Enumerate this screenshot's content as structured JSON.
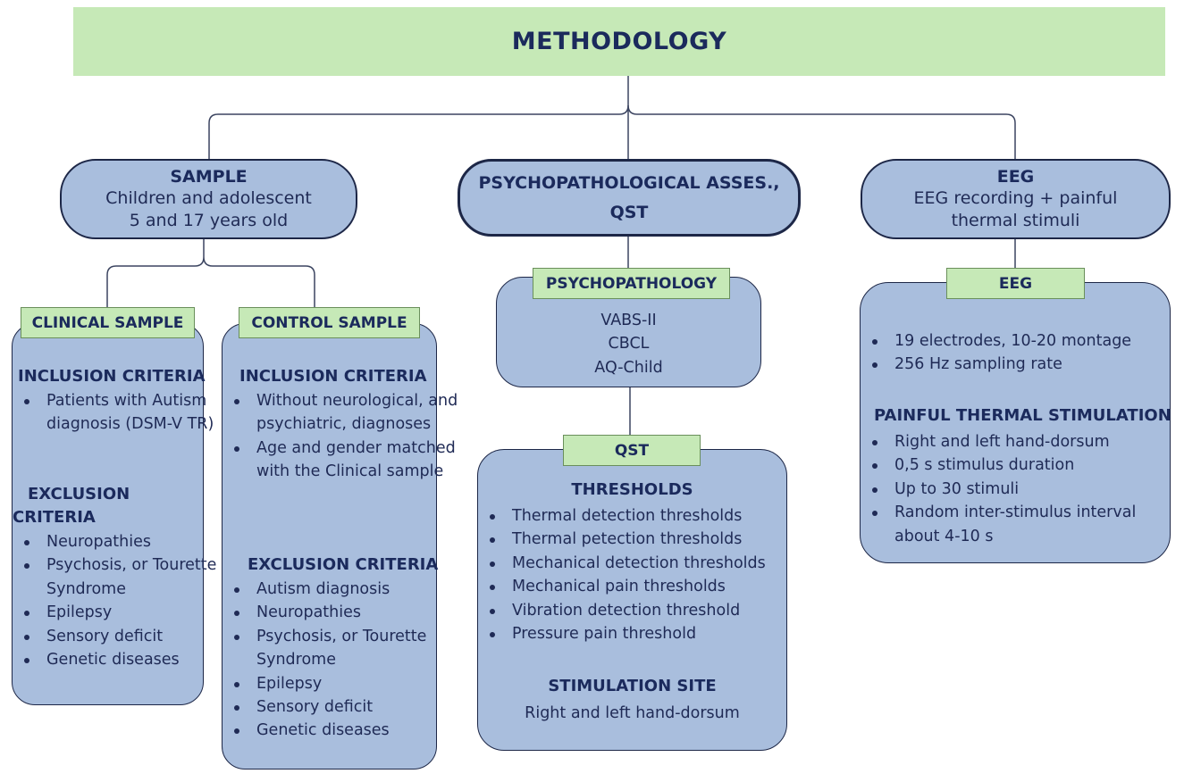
{
  "title": "METHODOLOGY",
  "sample": {
    "heading": "SAMPLE",
    "line1": "Children and adolescent",
    "line2": "5 and 17 years old"
  },
  "psych_qst": {
    "line1": "PSYCHOPATHOLOGICAL ASSES.,",
    "line2": "QST"
  },
  "eeg_top": {
    "heading": "EEG",
    "line1": "EEG recording + painful",
    "line2": "thermal stimuli"
  },
  "clinical": {
    "label": "CLINICAL SAMPLE",
    "inclusion_title": "INCLUSION CRITERIA",
    "inclusion": [
      "Patients with Autism diagnosis (DSM-V TR)"
    ],
    "exclusion_title_line1": "EXCLUSION",
    "exclusion_title_line2": "CRITERIA",
    "exclusion": [
      "Neuropathies",
      "Psychosis, or Tourette Syndrome",
      "Epilepsy",
      "Sensory deficit",
      "Genetic diseases"
    ]
  },
  "control": {
    "label": "CONTROL SAMPLE",
    "inclusion_title": "INCLUSION CRITERIA",
    "inclusion": [
      "Without neurological, and psychiatric, diagnoses",
      "Age and gender matched with the Clinical sample"
    ],
    "exclusion_title": "EXCLUSION CRITERIA",
    "exclusion": [
      "Autism diagnosis",
      "Neuropathies",
      "Psychosis, or Tourette Syndrome",
      "Epilepsy",
      "Sensory deficit",
      "Genetic diseases"
    ]
  },
  "psychopathology": {
    "label": "PSYCHOPATHOLOGY",
    "items": [
      "VABS-II",
      "CBCL",
      "AQ-Child"
    ]
  },
  "qst": {
    "label": "QST",
    "thresholds_title": "THRESHOLDS",
    "thresholds": [
      "Thermal detection thresholds",
      "Thermal petection thresholds",
      "Mechanical detection thresholds",
      "Mechanical pain thresholds",
      "Vibration detection threshold",
      "Pressure pain threshold"
    ],
    "site_title": "STIMULATION SITE",
    "site": "Right and left hand-dorsum"
  },
  "eeg": {
    "label": "EEG",
    "items": [
      "19 electrodes, 10-20 montage",
      "256 Hz sampling rate"
    ],
    "stim_title": "PAINFUL THERMAL STIMULATION",
    "stim": [
      "Right and left hand-dorsum",
      "0,5 s stimulus duration",
      "Up to 30 stimuli",
      "Random inter-stimulus interval about 4-10 s"
    ]
  },
  "colors": {
    "title_bg": "#c6e9b7",
    "box_bg": "#a9bedd",
    "text": "#1f2a55",
    "border": "#1d2747"
  }
}
